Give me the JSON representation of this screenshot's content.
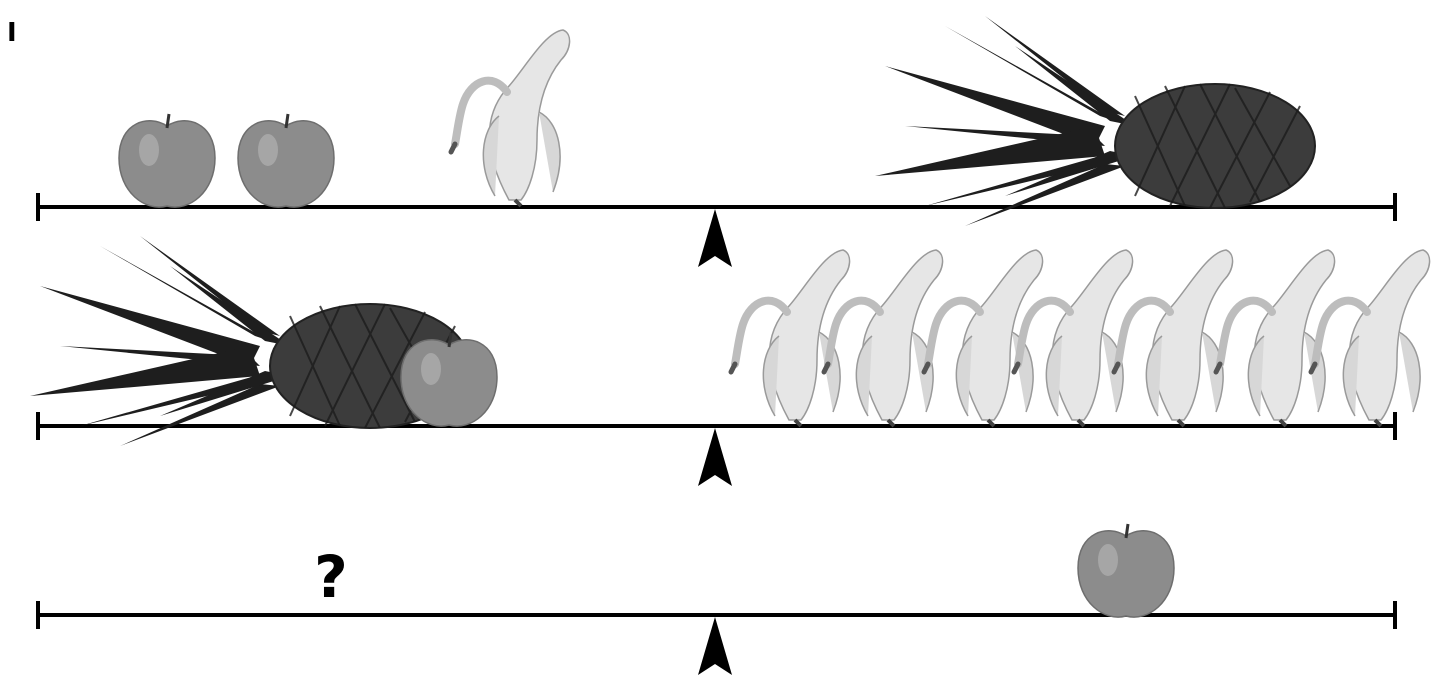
{
  "panel_label": "I",
  "question_mark": "?",
  "colors": {
    "ink": "#000000",
    "apple": "#8c8c8c",
    "banana": "#e2e2e2",
    "pineapple_body": "#3c3c3c",
    "pineapple_leaves": "#1e1e1e"
  },
  "scales": [
    {
      "name": "scale-1",
      "left": [
        {
          "fruit": "apple",
          "slot": 1
        },
        {
          "fruit": "apple",
          "slot": 2
        },
        {
          "fruit": "banana",
          "slot": 3
        }
      ],
      "right": [
        {
          "fruit": "pineapple",
          "slot": 3
        }
      ]
    },
    {
      "name": "scale-2",
      "left": [
        {
          "fruit": "pineapple",
          "slot": 1
        },
        {
          "fruit": "apple",
          "slot": 3
        }
      ],
      "right": [
        {
          "fruit": "banana",
          "slot": 1
        },
        {
          "fruit": "banana",
          "slot": 2
        },
        {
          "fruit": "banana",
          "slot": 3
        },
        {
          "fruit": "banana",
          "slot": 4
        },
        {
          "fruit": "banana",
          "slot": 5
        },
        {
          "fruit": "banana",
          "slot": 6
        },
        {
          "fruit": "banana",
          "slot": 7
        }
      ]
    },
    {
      "name": "scale-3",
      "left": [
        {
          "fruit": "unknown",
          "slot": 2
        }
      ],
      "right": [
        {
          "fruit": "apple",
          "slot": 3
        }
      ]
    }
  ]
}
